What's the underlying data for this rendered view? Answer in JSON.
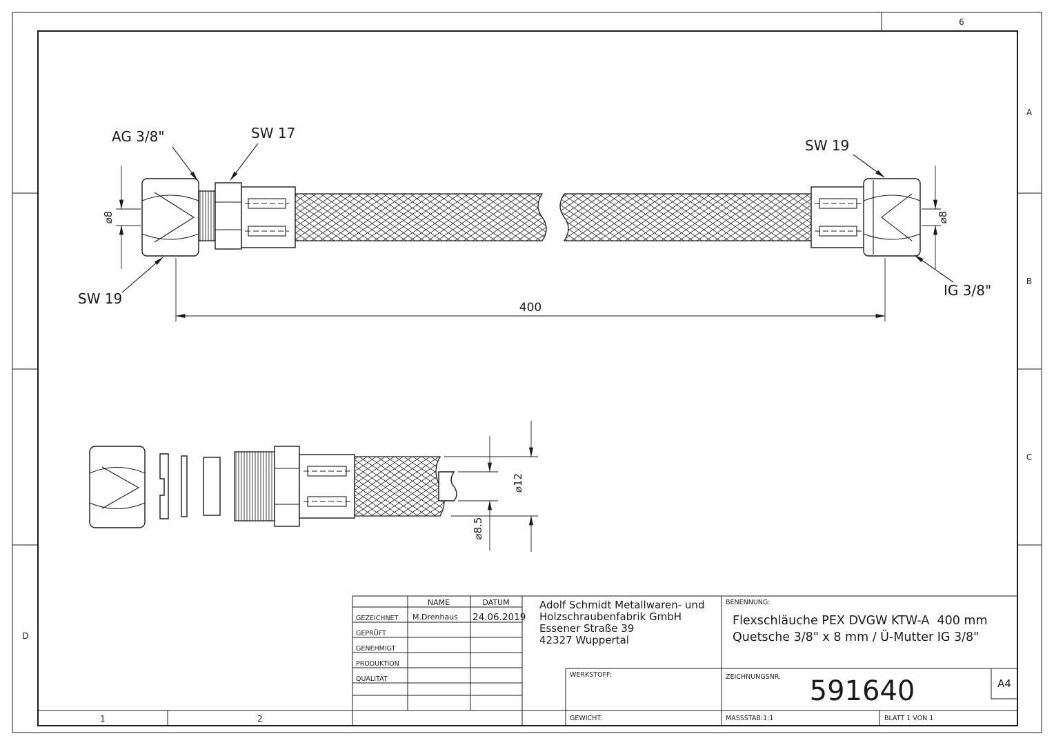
{
  "zones": {
    "top_6": "6",
    "right_a": "A",
    "right_b": "B",
    "right_c": "C",
    "left_d": "D",
    "bottom_1": "1",
    "bottom_2": "2"
  },
  "annotations": {
    "ag_thread": "AG 3/8\"",
    "sw17": "SW 17",
    "sw19_left": "SW 19",
    "sw19_right": "SW 19",
    "ig_thread": "IG 3/8\"",
    "dia8_left": "⌀8",
    "dia8_right": "⌀8",
    "length": "400",
    "dia12": "⌀12",
    "dia85": "⌀8.5"
  },
  "title_block": {
    "col_name": "NAME",
    "col_datum": "DATUM",
    "rows": {
      "gezeichnet": "GEZEICHNET",
      "geprueft": "GEPRÜFT",
      "genehmigt": "GENEHMIGT",
      "produktion": "PRODUKTION",
      "qualitaet": "QUALITÄT"
    },
    "gezeichnet_name": "M.Drenhaus",
    "gezeichnet_datum": "24.06.2019",
    "company": {
      "line1": "Adolf Schmidt Metallwaren- und",
      "line2": "Holzschraubenfabrik GmbH",
      "line3": "Essener Straße 39",
      "line4": "42327 Wuppertal"
    },
    "benennung_label": "BENENNUNG:",
    "benennung_line1": "Flexschläuche PEX DVGW KTW-A  400 mm",
    "benennung_line2": "Quetsche 3/8\" x 8 mm / Ü-Mutter IG 3/8\"",
    "werkstoff_label": "WERKSTOFF:",
    "gewicht_label": "GEWICHT:",
    "zeichnungsnr_label": "ZEICHNUNGSNR.",
    "zeichnungsnr": "591640",
    "format": "A4",
    "massstab": "MASSSTAB:1:1",
    "blatt": "BLATT 1 VON 1"
  }
}
